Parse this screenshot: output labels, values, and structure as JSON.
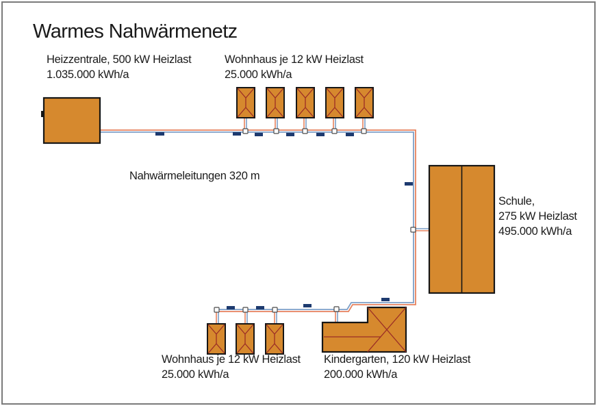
{
  "title": "Warmes Nahwärmenetz",
  "colors": {
    "building_fill": "#d6892e",
    "building_stroke": "#161616",
    "roof_line": "#9b2d26",
    "pipe_flow": "#e6815d",
    "pipe_return": "#7c9ec7",
    "marker": "#1d3a6f",
    "node_fill": "#ffffff",
    "node_stroke": "#4a4a4a",
    "frame": "#7a7a7a",
    "text": "#1a1a1a",
    "background": "#ffffff"
  },
  "labels": {
    "heat_plant": {
      "line1": "Heizzentrale, 500 kW Heizlast",
      "line2": "1.035.000 kWh/a"
    },
    "houses_top": {
      "line1": "Wohnhaus je 12 kW Heizlast",
      "line2": "25.000 kWh/a"
    },
    "network": "Nahwärmeleitungen 320 m",
    "school": {
      "line1": "Schule,",
      "line2": "275 kW Heizlast",
      "line3": "495.000 kWh/a"
    },
    "houses_bottom": {
      "line1": "Wohnhaus je 12 kW Heizlast",
      "line2": "25.000 kWh/a"
    },
    "kindergarten": {
      "line1": "Kindergarten, 120 kW Heizlast",
      "line2": "200.000 kWh/a"
    }
  },
  "network_facts": {
    "heat_plant_load_kw": 500,
    "heat_plant_kwh_per_year": 1035000,
    "house_load_kw": 12,
    "house_kwh_per_year": 25000,
    "school_load_kw": 275,
    "school_kwh_per_year": 495000,
    "kindergarten_load_kw": 120,
    "kindergarten_kwh_per_year": 200000,
    "pipe_length_m": 320
  }
}
